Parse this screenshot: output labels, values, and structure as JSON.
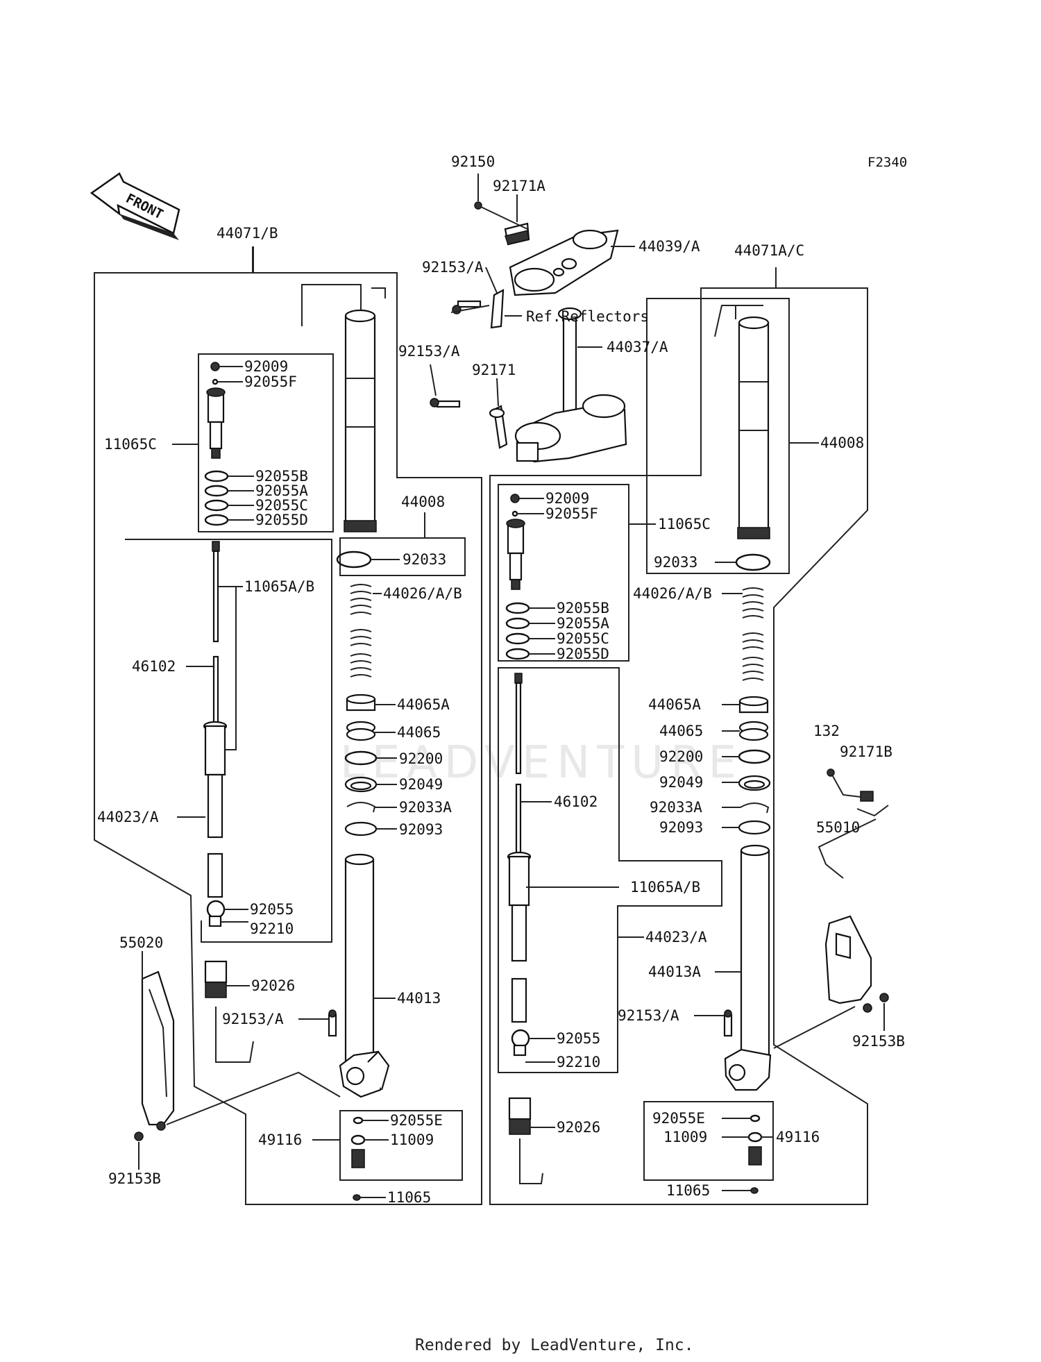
{
  "diagram": {
    "code": "F2340",
    "front_label": "FRONT",
    "watermark": "LEADVENTURE",
    "footer": "Rendered by LeadVenture, Inc."
  },
  "labels": [
    {
      "id": "lbl-92150",
      "text": "92150"
    },
    {
      "id": "lbl-92171a",
      "text": "92171A"
    },
    {
      "id": "lbl-44039a",
      "text": "44039/A"
    },
    {
      "id": "lbl-92153a-top",
      "text": "92153/A"
    },
    {
      "id": "lbl-ref-reflectors",
      "text": "Ref.Reflectors"
    },
    {
      "id": "lbl-92153a-mid",
      "text": "92153/A"
    },
    {
      "id": "lbl-44037a",
      "text": "44037/A"
    },
    {
      "id": "lbl-92171",
      "text": "92171"
    },
    {
      "id": "lbl-44071b",
      "text": "44071/B"
    },
    {
      "id": "lbl-44071ac",
      "text": "44071A/C"
    },
    {
      "id": "lbl-l-92009",
      "text": "92009"
    },
    {
      "id": "lbl-l-92055f",
      "text": "92055F"
    },
    {
      "id": "lbl-l-11065c",
      "text": "11065C"
    },
    {
      "id": "lbl-l-92055b",
      "text": "92055B"
    },
    {
      "id": "lbl-l-92055a",
      "text": "92055A"
    },
    {
      "id": "lbl-l-92055c",
      "text": "92055C"
    },
    {
      "id": "lbl-l-92055d",
      "text": "92055D"
    },
    {
      "id": "lbl-l-44008",
      "text": "44008"
    },
    {
      "id": "lbl-l-92033",
      "text": "92033"
    },
    {
      "id": "lbl-l-11065ab",
      "text": "11065A/B"
    },
    {
      "id": "lbl-l-44026",
      "text": "44026/A/B"
    },
    {
      "id": "lbl-l-46102",
      "text": "46102"
    },
    {
      "id": "lbl-l-44065a",
      "text": "44065A"
    },
    {
      "id": "lbl-l-44065",
      "text": "44065"
    },
    {
      "id": "lbl-l-92200",
      "text": "92200"
    },
    {
      "id": "lbl-l-92049",
      "text": "92049"
    },
    {
      "id": "lbl-l-92033a",
      "text": "92033A"
    },
    {
      "id": "lbl-l-44023a",
      "text": "44023/A"
    },
    {
      "id": "lbl-l-92093",
      "text": "92093"
    },
    {
      "id": "lbl-l-92055",
      "text": "92055"
    },
    {
      "id": "lbl-l-92210",
      "text": "92210"
    },
    {
      "id": "lbl-l-55020",
      "text": "55020"
    },
    {
      "id": "lbl-l-92026",
      "text": "92026"
    },
    {
      "id": "lbl-l-44013",
      "text": "44013"
    },
    {
      "id": "lbl-l-92153a",
      "text": "92153/A"
    },
    {
      "id": "lbl-l-92055e",
      "text": "92055E"
    },
    {
      "id": "lbl-l-49116",
      "text": "49116"
    },
    {
      "id": "lbl-l-11009",
      "text": "11009"
    },
    {
      "id": "lbl-l-92153b",
      "text": "92153B"
    },
    {
      "id": "lbl-l-11065",
      "text": "11065"
    },
    {
      "id": "lbl-r-92009",
      "text": "92009"
    },
    {
      "id": "lbl-r-92055f",
      "text": "92055F"
    },
    {
      "id": "lbl-r-11065c",
      "text": "11065C"
    },
    {
      "id": "lbl-r-44008",
      "text": "44008"
    },
    {
      "id": "lbl-r-92033",
      "text": "92033"
    },
    {
      "id": "lbl-r-92055b",
      "text": "92055B"
    },
    {
      "id": "lbl-r-92055a",
      "text": "92055A"
    },
    {
      "id": "lbl-r-92055c",
      "text": "92055C"
    },
    {
      "id": "lbl-r-92055d",
      "text": "92055D"
    },
    {
      "id": "lbl-r-44026",
      "text": "44026/A/B"
    },
    {
      "id": "lbl-r-44065a",
      "text": "44065A"
    },
    {
      "id": "lbl-r-44065",
      "text": "44065"
    },
    {
      "id": "lbl-r-132",
      "text": "132"
    },
    {
      "id": "lbl-r-92171b",
      "text": "92171B"
    },
    {
      "id": "lbl-r-92200",
      "text": "92200"
    },
    {
      "id": "lbl-r-92049",
      "text": "92049"
    },
    {
      "id": "lbl-r-46102",
      "text": "46102"
    },
    {
      "id": "lbl-r-92033a",
      "text": "92033A"
    },
    {
      "id": "lbl-r-92093",
      "text": "92093"
    },
    {
      "id": "lbl-r-55010",
      "text": "55010"
    },
    {
      "id": "lbl-r-11065ab",
      "text": "11065A/B"
    },
    {
      "id": "lbl-r-44023a",
      "text": "44023/A"
    },
    {
      "id": "lbl-r-44013a",
      "text": "44013A"
    },
    {
      "id": "lbl-r-92153a",
      "text": "92153/A"
    },
    {
      "id": "lbl-r-92153b",
      "text": "92153B"
    },
    {
      "id": "lbl-r-92055",
      "text": "92055"
    },
    {
      "id": "lbl-r-92210",
      "text": "92210"
    },
    {
      "id": "lbl-r-92055e",
      "text": "92055E"
    },
    {
      "id": "lbl-r-92026",
      "text": "92026"
    },
    {
      "id": "lbl-r-11009",
      "text": "11009"
    },
    {
      "id": "lbl-r-49116",
      "text": "49116"
    },
    {
      "id": "lbl-r-11065",
      "text": "11065"
    }
  ]
}
